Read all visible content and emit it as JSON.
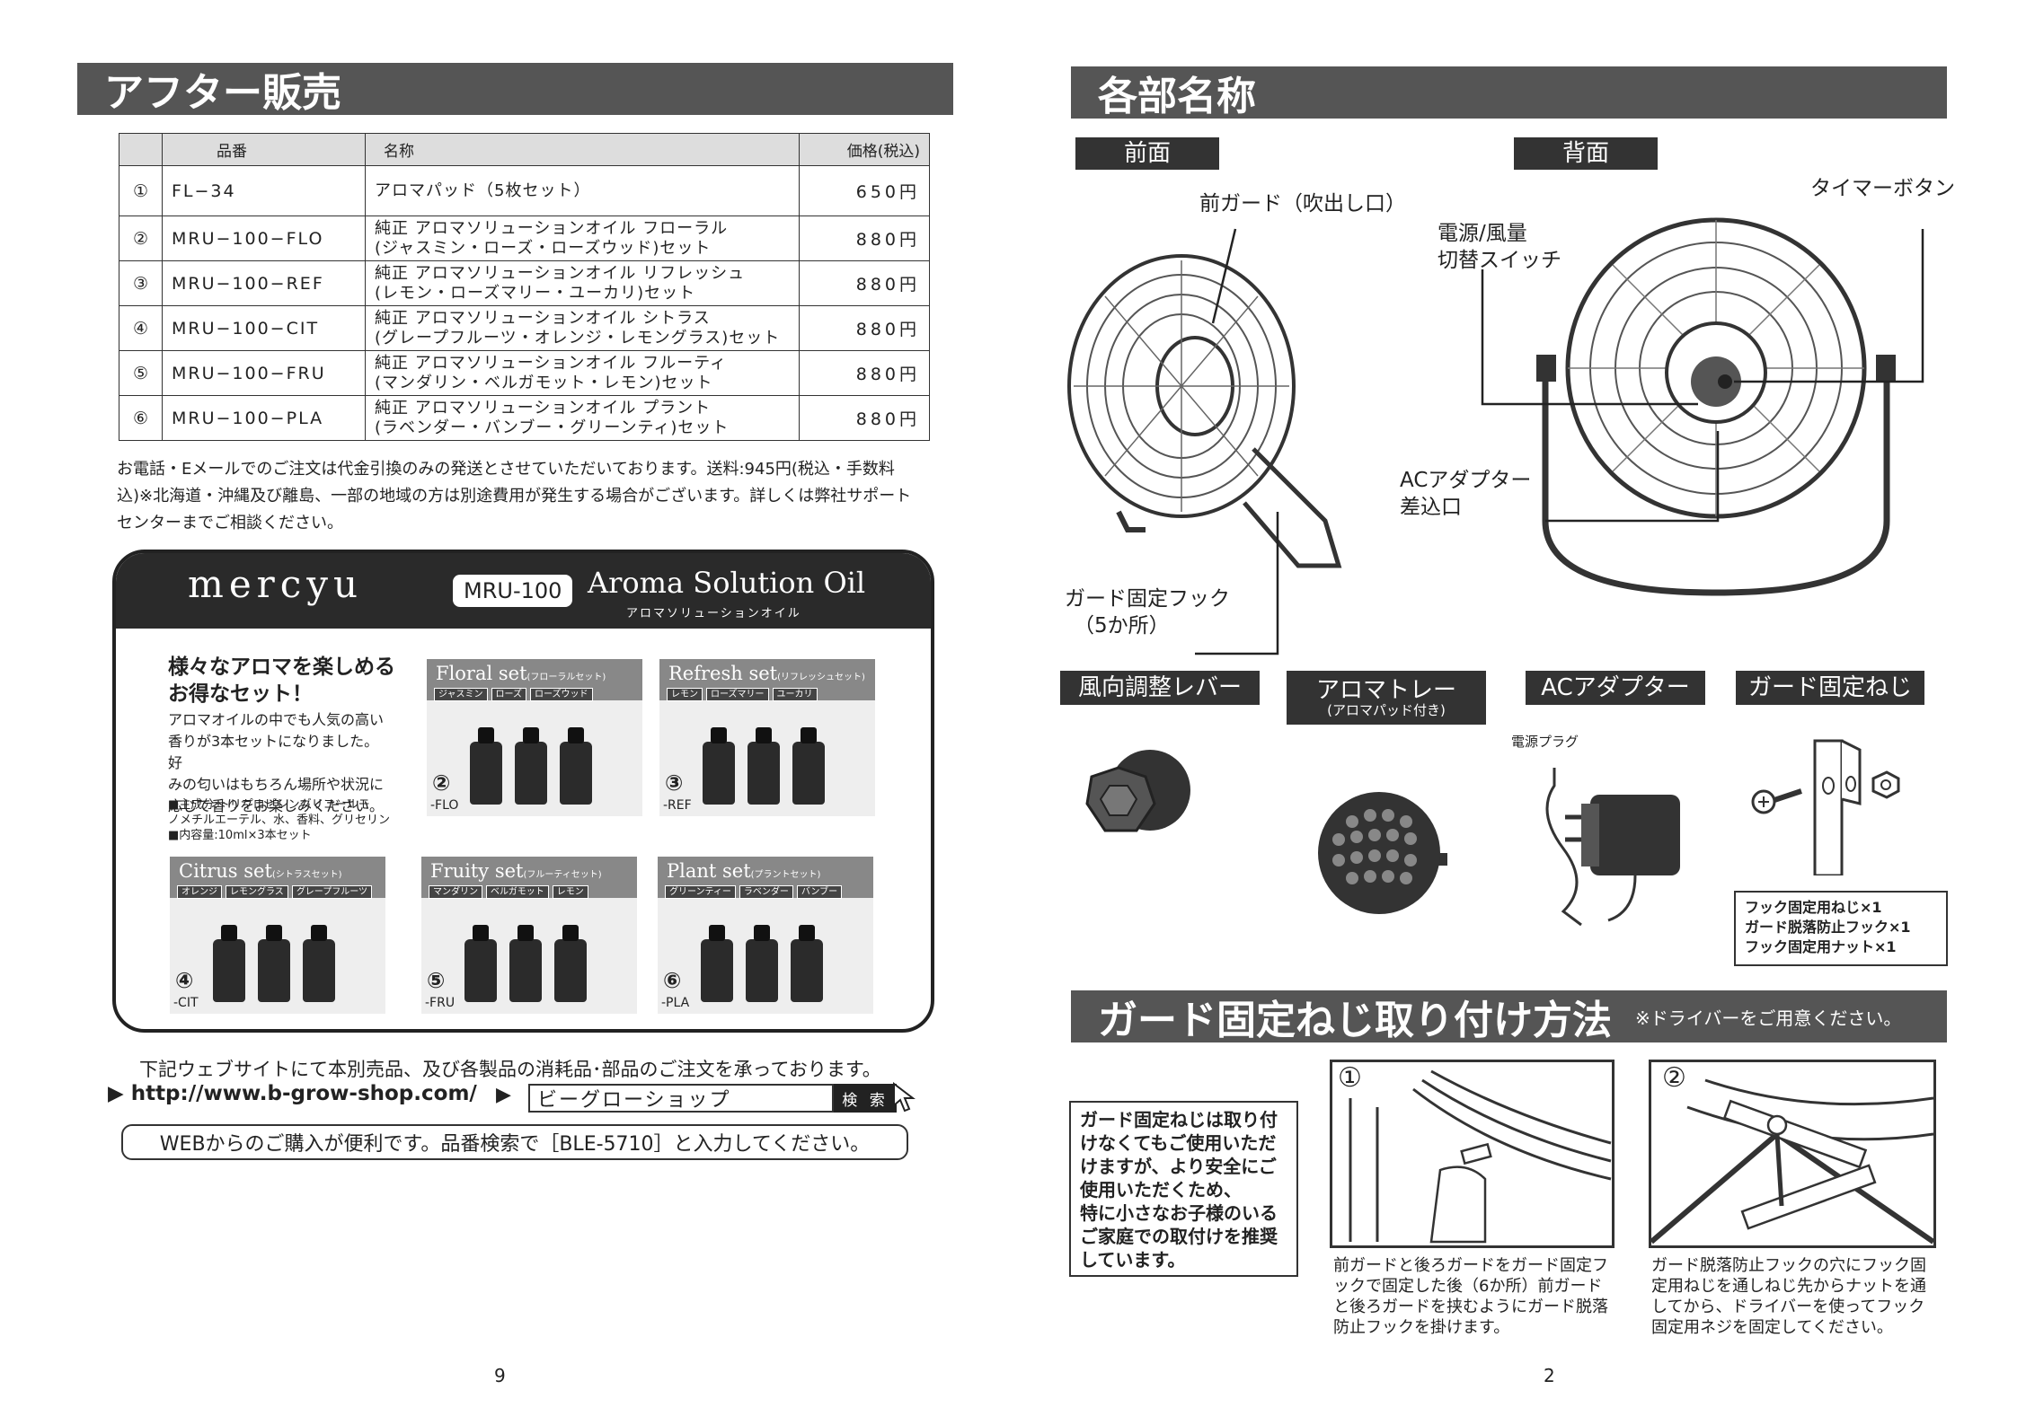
{
  "left_page": {
    "header": "アフター販売",
    "table": {
      "headers": [
        "",
        "品番",
        "名称",
        "価格(税込)"
      ],
      "rows": [
        {
          "num": "①",
          "code": "FL−34",
          "name1": "アロマパッド（5枚セット）",
          "name2": "",
          "price": "650円"
        },
        {
          "num": "②",
          "code": "MRU−100−FLO",
          "name1": "純正 アロマソリューションオイル フローラル",
          "name2": "(ジャスミン・ローズ・ローズウッド)セット",
          "price": "880円"
        },
        {
          "num": "③",
          "code": "MRU−100−REF",
          "name1": "純正 アロマソリューションオイル リフレッシュ",
          "name2": "(レモン・ローズマリー・ユーカリ)セット",
          "price": "880円"
        },
        {
          "num": "④",
          "code": "MRU−100−CIT",
          "name1": "純正 アロマソリューションオイル シトラス",
          "name2": "(グレープフルーツ・オレンジ・レモングラス)セット",
          "price": "880円"
        },
        {
          "num": "⑤",
          "code": "MRU−100−FRU",
          "name1": "純正 アロマソリューションオイル フルーティ",
          "name2": "(マンダリン・ベルガモット・レモン)セット",
          "price": "880円"
        },
        {
          "num": "⑥",
          "code": "MRU−100−PLA",
          "name1": "純正 アロマソリューションオイル プラント",
          "name2": "(ラベンダー・バンブー・グリーンティ)セット",
          "price": "880円"
        }
      ]
    },
    "note_lines": [
      "お電話・Eメールでのご注文は代金引換のみの発送とさせていただいております。送料:945円(税込・手数料",
      "込)※北海道・沖縄及び離島、一部の地域の方は別途費用が発生する場合がございます。詳しくは弊社サポート",
      "センターまでご相談ください。"
    ],
    "promo": {
      "brand": "mercyu",
      "model": "MRU-100",
      "title": "Aroma Solution Oil",
      "subtitle": "アロマソリューションオイル",
      "lead1": "様々なアロマを楽しめる",
      "lead2": "お得なセット！",
      "body": [
        "アロマオイルの中でも人気の高い",
        "香りが3本セットになりました。好",
        "みの匂いはもちろん場所や状況に",
        "応じて香りをお楽しみください。"
      ],
      "spec": [
        "■主成分:トリプロピレングリコールモ",
        "ノメチルエーテル、水、香料、グリセリン",
        "■内容量:10ml×3本セット"
      ],
      "sets": [
        {
          "title": "Floral set",
          "sub": "(フローラルセット)",
          "tags": [
            "ジャスミン",
            "ローズ",
            "ローズウッド"
          ],
          "num": "②",
          "code": "-FLO"
        },
        {
          "title": "Refresh set",
          "sub": "(リフレッシュセット)",
          "tags": [
            "レモン",
            "ローズマリー",
            "ユーカリ"
          ],
          "num": "③",
          "code": "-REF"
        },
        {
          "title": "Citrus set",
          "sub": "(シトラスセット)",
          "tags": [
            "オレンジ",
            "レモングラス",
            "グレープフルーツ"
          ],
          "num": "④",
          "code": "-CIT"
        },
        {
          "title": "Fruity set",
          "sub": "(フルーティセット)",
          "tags": [
            "マンダリン",
            "ベルガモット",
            "レモン"
          ],
          "num": "⑤",
          "code": "-FRU"
        },
        {
          "title": "Plant set",
          "sub": "(プラントセット)",
          "tags": [
            "グリーンティー",
            "ラベンダー",
            "バンブー"
          ],
          "num": "⑥",
          "code": "-PLA"
        }
      ]
    },
    "order_lead": "下記ウェブサイトにて本別売品、及び各製品の消耗品･部品のご注文を承っております。",
    "url": "▶ http://www.b-grow-shop.com/",
    "search_arrow": "▶",
    "search_text": "ビーグローショップ",
    "search_btn": "検 索",
    "web_note": "WEBからのご購入が便利です。品番検索で［BLE-5710］と入力してください。",
    "page_number": "9"
  },
  "right_page": {
    "header": "各部名称",
    "front_label": "前面",
    "back_label": "背面",
    "callouts": {
      "front_guard": "前ガード（吹出し口）",
      "guard_hook_1": "ガード固定フック",
      "guard_hook_2": "（5か所）",
      "power_1": "電源/風量",
      "power_2": "切替スイッチ",
      "timer": "タイマーボタン",
      "ac_1": "ACアダプター",
      "ac_2": "差込口"
    },
    "parts": [
      {
        "label": "風向調整レバー",
        "sub": ""
      },
      {
        "label": "アロマトレー",
        "sub": "(アロマパッド付き)"
      },
      {
        "label": "ACアダプター",
        "sub": ""
      },
      {
        "label": "ガード固定ねじ",
        "sub": ""
      }
    ],
    "plug_label": "電源プラグ",
    "screw_list": [
      "フック固定用ねじ×1",
      "ガード脱落防止フック×1",
      "フック固定用ナット×1"
    ],
    "install_header": "ガード固定ねじ取り付け方法",
    "install_note": "※ドライバーをご用意ください。",
    "install_box": [
      "ガード固定ねじは取り付",
      "けなくてもご使用いただ",
      "けますが、より安全にご",
      "使用いただくため、",
      "特に小さなお子様のいる",
      "ご家庭での取付けを推奨",
      "しています。"
    ],
    "step1_num": "①",
    "step1_caption": [
      "前ガードと後ろガードをガード固定フ",
      "ックで固定した後（6か所）前ガード",
      "と後ろガードを挟むようにガード脱落",
      "防止フックを掛けます。"
    ],
    "step2_num": "②",
    "step2_caption": [
      "ガード脱落防止フックの穴にフック固",
      "定用ねじを通しねじ先からナットを通",
      "してから、ドライバーを使ってフック",
      "固定用ネジを固定してください。"
    ],
    "page_number": "2"
  }
}
